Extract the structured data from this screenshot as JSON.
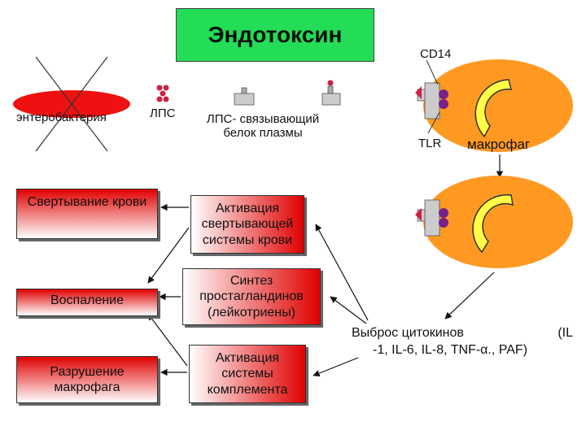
{
  "title": "Эндотоксин",
  "labels": {
    "enterobacteria": "энтеробактерия",
    "lps": "ЛПС",
    "lbp_line1": "ЛПС- связывающий",
    "lbp_line2": "белок плазмы",
    "cd14": "CD14",
    "tlr": "TLR",
    "macrophage": "макрофаг"
  },
  "effects": {
    "coagulation": "Свертывание крови",
    "inflammation": "Воспаление",
    "destruction_line1": "Разрушение",
    "destruction_line2": "макрофага"
  },
  "mechanisms": {
    "m1_line1": "Активация",
    "m1_line2": "свертывающей",
    "m1_line3": "системы крови",
    "m2_line1": "Синтез",
    "m2_line2": "простагландинов",
    "m2_line3": "(лейкотриены)",
    "m3_line1": "Активация",
    "m3_line2": "системы",
    "m3_line3": "комплемента"
  },
  "cytokines": {
    "line1_left": "Выброс цитокинов",
    "line1_right": "(IL",
    "line2": "-1, IL-6, IL-8, TNF-α., PAF)"
  },
  "colors": {
    "title_bg": "#22dd55",
    "bacteria": "#ee1111",
    "cell": "#ff9922",
    "nucleus": "#ffff44",
    "receptor": "#cccccc",
    "lps_dot": "#cc2244",
    "tlr_purple": "#772288"
  }
}
